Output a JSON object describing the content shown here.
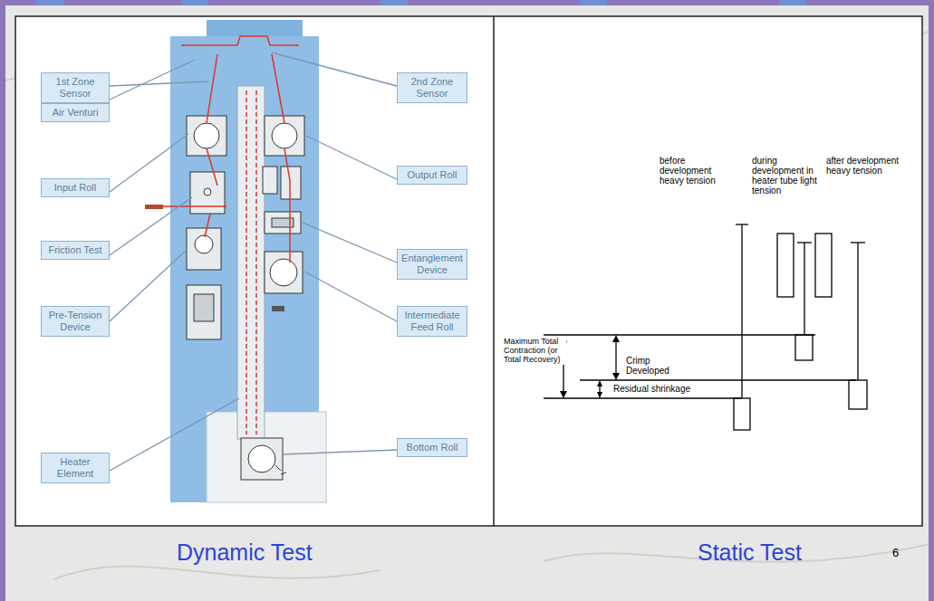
{
  "diagram": {
    "nodes": [
      {
        "text": [
          "1st Zone Sensor"
        ]
      },
      {
        "text": [
          "Air Venturi"
        ]
      },
      {
        "text": [
          "Input Roll"
        ]
      },
      {
        "text": [
          "Friction Test"
        ]
      },
      {
        "text": [
          "Pre-Tension Device"
        ]
      },
      {
        "text": [
          "Heater Element"
        ]
      },
      {
        "text": [
          "2nd Zone Sensor"
        ]
      },
      {
        "text": [
          "Output Roll"
        ]
      },
      {
        "text": [
          "Entanglement Device"
        ]
      },
      {
        "text": [
          "Intermediate Feed Roll"
        ]
      },
      {
        "text": [
          "Bottom Roll"
        ]
      }
    ],
    "labels": [
      "before development heavy tension",
      "during development in heater tube light tension",
      "after development heavy tension",
      "Maximum Total Contraction (or Total Recovery)",
      "Crimp Developed",
      "Residual shrinkage",
      "Dynamic Test",
      "Static Test",
      "6"
    ]
  }
}
